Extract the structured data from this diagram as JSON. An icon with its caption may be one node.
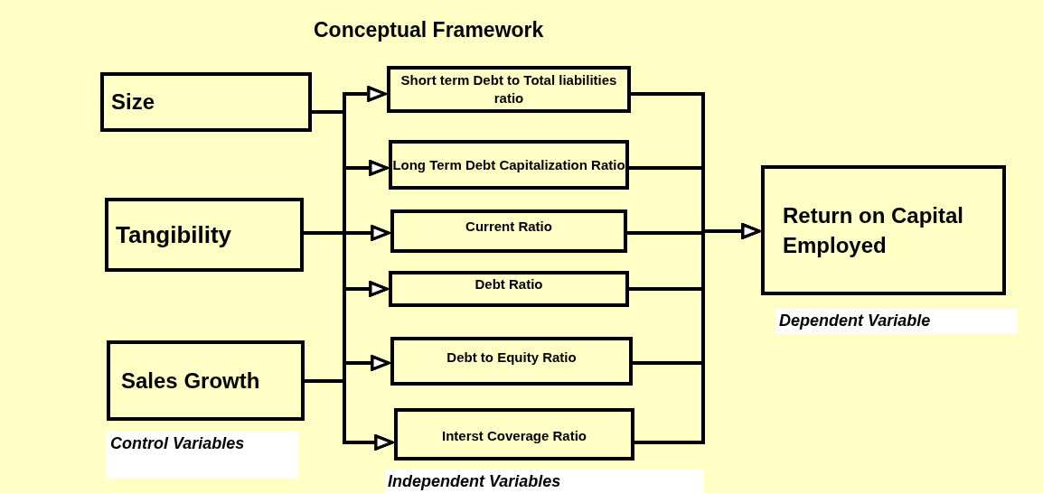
{
  "diagram": {
    "title": "Conceptual Framework",
    "nodes": [
      {
        "text": [
          "Size"
        ]
      },
      {
        "text": [
          "Tangibility"
        ]
      },
      {
        "text": [
          "Sales Growth"
        ]
      },
      {
        "text": [
          "Short term Debt to Total liabilities ratio"
        ]
      },
      {
        "text": [
          "Long Term Debt Capitalization Ratio"
        ]
      },
      {
        "text": [
          "Current Ratio"
        ]
      },
      {
        "text": [
          "Debt Ratio"
        ]
      },
      {
        "text": [
          "Debt to Equity Ratio"
        ]
      },
      {
        "text": [
          "Interst Coverage Ratio"
        ]
      },
      {
        "text": [
          "Return on Capital Employed"
        ]
      }
    ],
    "edges": [
      {
        "from": 0,
        "to": 3,
        "arrow": "to"
      },
      {
        "from": 0,
        "to": 4,
        "arrow": "to"
      },
      {
        "from": 0,
        "to": 5,
        "arrow": "to"
      },
      {
        "from": 0,
        "to": 6,
        "arrow": "to"
      },
      {
        "from": 0,
        "to": 7,
        "arrow": "to"
      },
      {
        "from": 0,
        "to": 8,
        "arrow": "to"
      },
      {
        "from": 1,
        "to": 3,
        "arrow": "to"
      },
      {
        "from": 1,
        "to": 4,
        "arrow": "to"
      },
      {
        "from": 1,
        "to": 5,
        "arrow": "to"
      },
      {
        "from": 1,
        "to": 6,
        "arrow": "to"
      },
      {
        "from": 1,
        "to": 7,
        "arrow": "to"
      },
      {
        "from": 1,
        "to": 8,
        "arrow": "to"
      },
      {
        "from": 2,
        "to": 3,
        "arrow": "to"
      },
      {
        "from": 2,
        "to": 4,
        "arrow": "to"
      },
      {
        "from": 2,
        "to": 5,
        "arrow": "to"
      },
      {
        "from": 2,
        "to": 6,
        "arrow": "to"
      },
      {
        "from": 2,
        "to": 7,
        "arrow": "to"
      },
      {
        "from": 2,
        "to": 8,
        "arrow": "to"
      },
      {
        "from": 3,
        "to": 9,
        "arrow": "to"
      },
      {
        "from": 4,
        "to": 9,
        "arrow": "to"
      },
      {
        "from": 5,
        "to": 9,
        "arrow": "to"
      },
      {
        "from": 6,
        "to": 9,
        "arrow": "to"
      },
      {
        "from": 7,
        "to": 9,
        "arrow": "to"
      },
      {
        "from": 8,
        "to": 9,
        "arrow": "to"
      }
    ],
    "labels": [
      "Dependent Variable",
      "Control Variables",
      "Independent Variables"
    ]
  }
}
